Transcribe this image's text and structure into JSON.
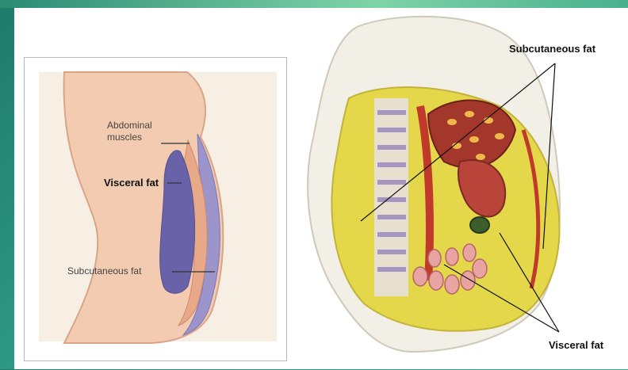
{
  "left_diagram": {
    "labels": {
      "abdominal_muscles_line1": "Abdominal",
      "abdominal_muscles_line2": "muscles",
      "visceral_fat": "Visceral fat",
      "subcutaneous_fat": "Subcutaneous fat"
    }
  },
  "right_diagram": {
    "labels": {
      "subcutaneous_fat": "Subcutaneous fat",
      "visceral_fat": "Visceral fat"
    }
  },
  "colors": {
    "skin": "#f3cbb0",
    "muscle": "#e8a88a",
    "visceral": "#6a62a8",
    "subcutaneous_band": "#9c95cc",
    "fat_yellow": "#e5d74a"
  }
}
